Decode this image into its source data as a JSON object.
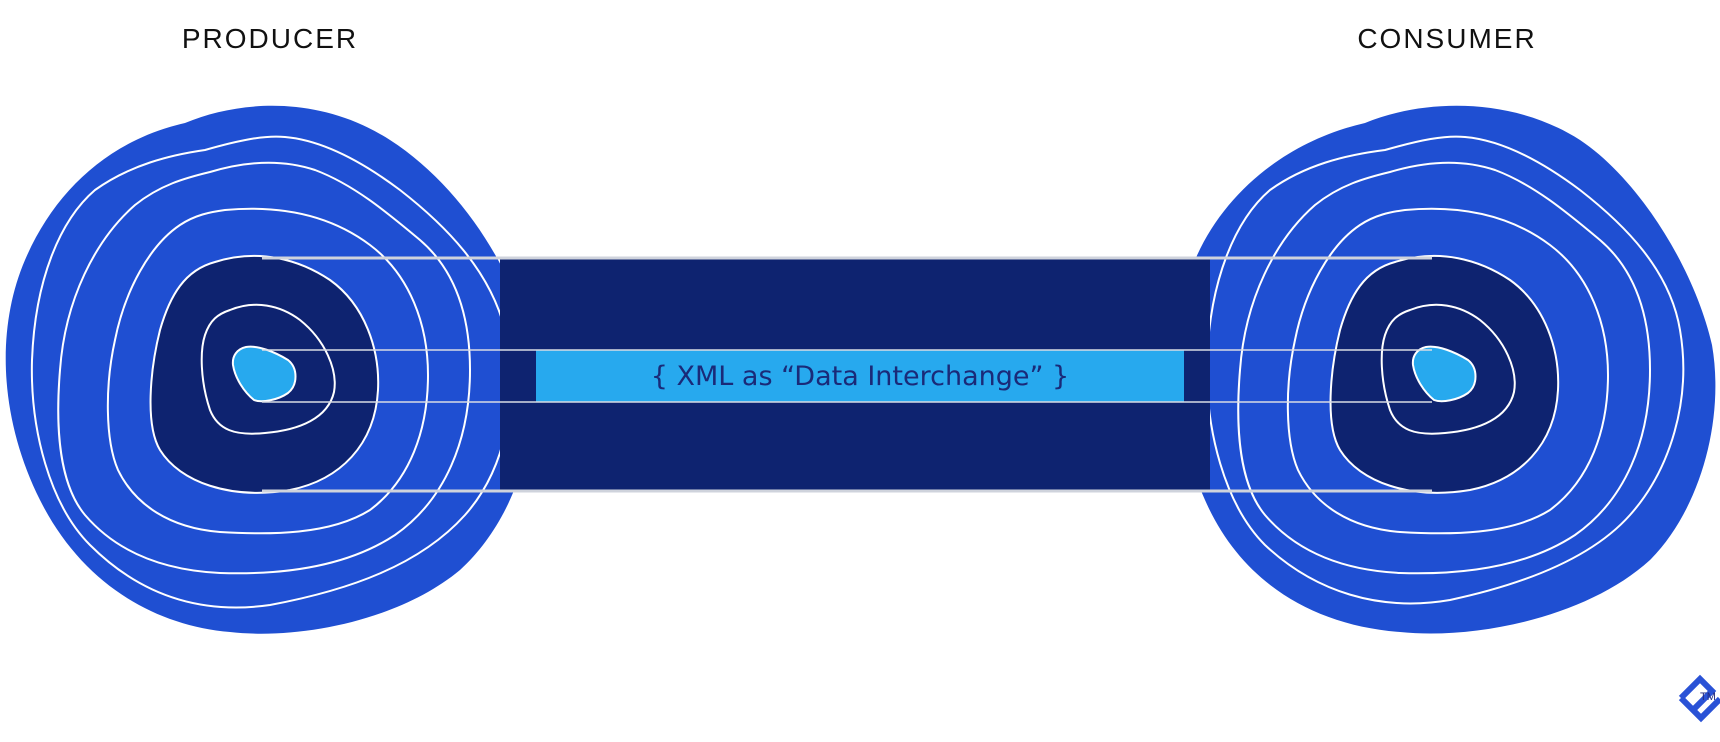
{
  "producer": {
    "title": "PRODUCER"
  },
  "consumer": {
    "title": "CONSUMER"
  },
  "pipe": {
    "label": "{ XML as “Data Interchange” }"
  },
  "logo": {
    "trademark": "TM"
  },
  "colors": {
    "blob": "#1f4fd2",
    "dark": "#0e2370",
    "core": "#27a9ee",
    "ring": "#ffffff",
    "text": "#111111",
    "label": "#1a2a78"
  }
}
